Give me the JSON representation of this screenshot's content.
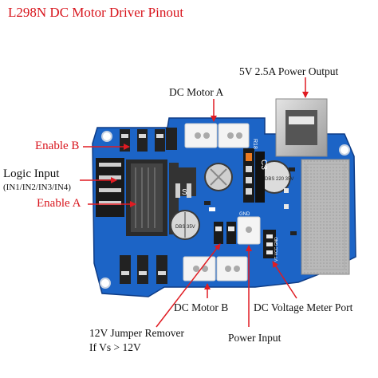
{
  "title": "L298N DC Motor Driver Pinout",
  "labels": {
    "power_output": "5V 2.5A Power Output",
    "motor_a": "DC Motor A",
    "enable_b": "Enable B",
    "logic_input": "Logic Input",
    "logic_input_sub": "(IN1/IN2/IN3/IN4)",
    "enable_a": "Enable A",
    "motor_b": "DC Motor B",
    "voltmeter": "DC Voltage Meter Port",
    "jumper_line1": "12V Jumper Remover",
    "jumper_line2": "If  Vs > 12V",
    "power_input": "Power Input"
  },
  "silkscreen": {
    "cap_top": "DBS 220 35V",
    "cap_bottom": "DBS 35V",
    "c3": "C3",
    "r18": "R18",
    "s": "S",
    "gnd": "GND",
    "vt_vcc_gnd": "VT VCC GND"
  },
  "colors": {
    "board": "#1c64c6",
    "label_red": "#d8141c",
    "arrow_red": "#e01b22",
    "metal": "#c8c8c8"
  }
}
